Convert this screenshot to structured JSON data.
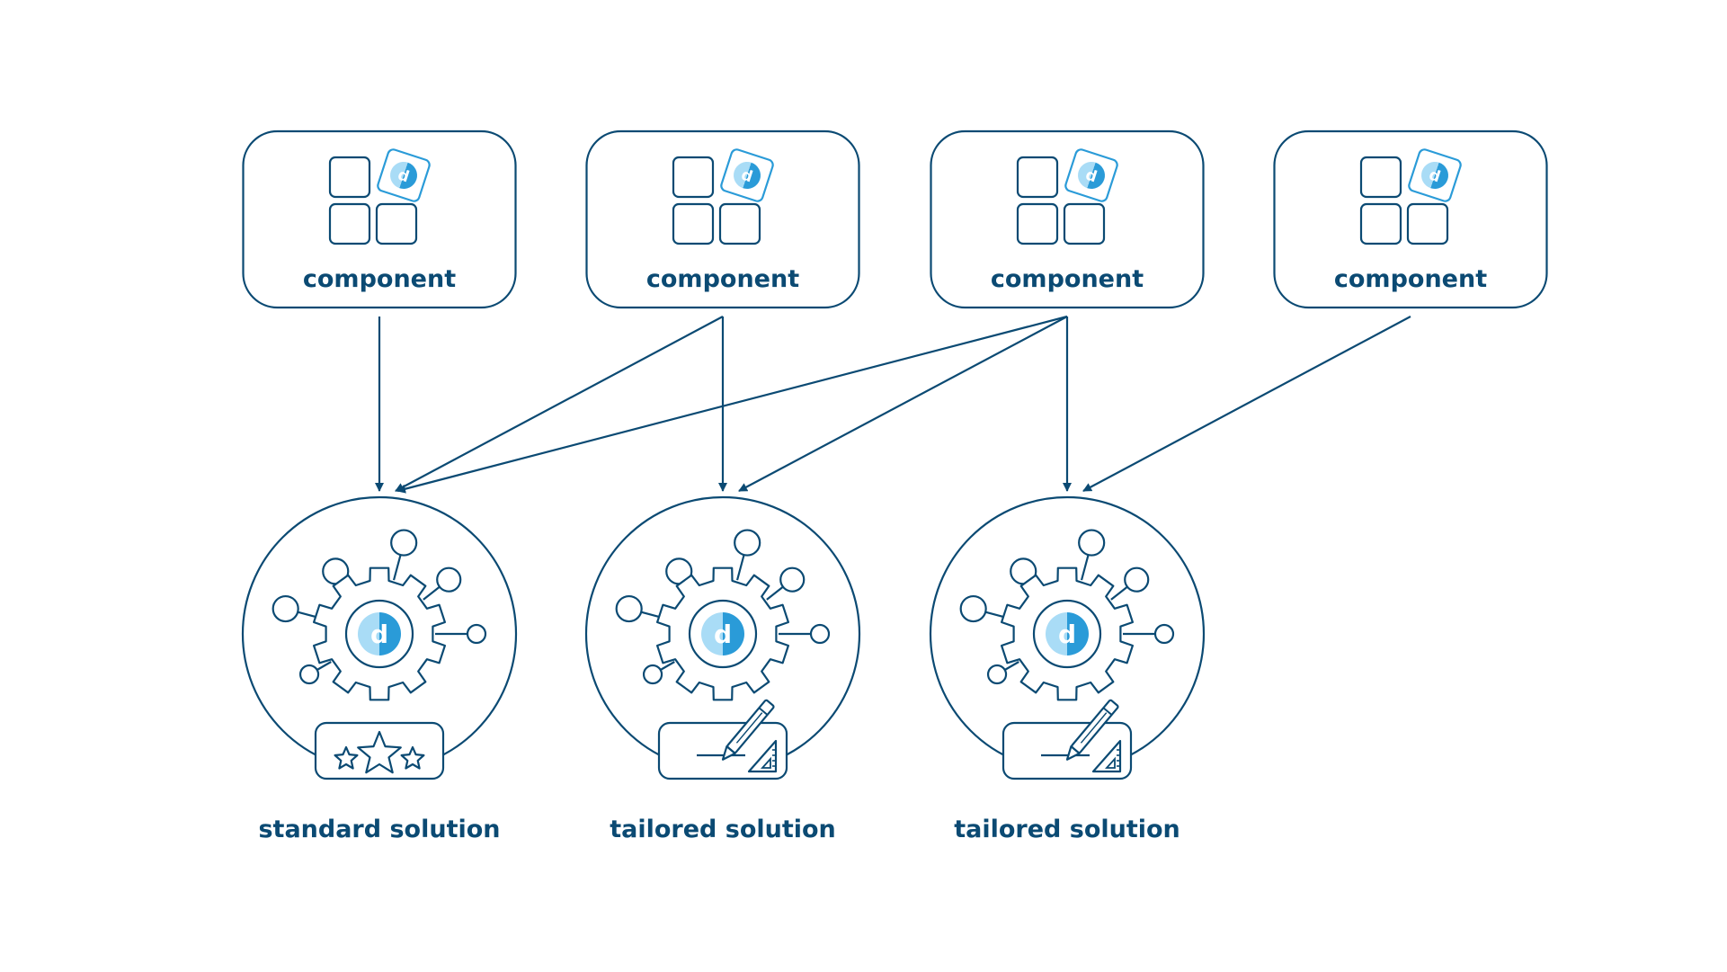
{
  "colors": {
    "stroke": "#0b4a73",
    "text": "#0b4a73",
    "accent": "#2a9bd8",
    "accent_light": "#a9dcf6",
    "background": "#ffffff"
  },
  "components": [
    {
      "label": "component",
      "icon": "component-blocks-icon"
    },
    {
      "label": "component",
      "icon": "component-blocks-icon"
    },
    {
      "label": "component",
      "icon": "component-blocks-icon"
    },
    {
      "label": "component",
      "icon": "component-blocks-icon"
    }
  ],
  "solutions": [
    {
      "label": "standard solution",
      "icon": "gear-network-icon",
      "badge": "stars-badge-icon"
    },
    {
      "label": "tailored solution",
      "icon": "gear-network-icon",
      "badge": "pencil-ruler-badge-icon"
    },
    {
      "label": "tailored solution",
      "icon": "gear-network-icon",
      "badge": "pencil-ruler-badge-icon"
    }
  ],
  "connections": [
    {
      "from": 0,
      "to": 0
    },
    {
      "from": 1,
      "to": 0
    },
    {
      "from": 1,
      "to": 1
    },
    {
      "from": 2,
      "to": 0
    },
    {
      "from": 2,
      "to": 1
    },
    {
      "from": 2,
      "to": 2
    },
    {
      "from": 3,
      "to": 2
    }
  ]
}
